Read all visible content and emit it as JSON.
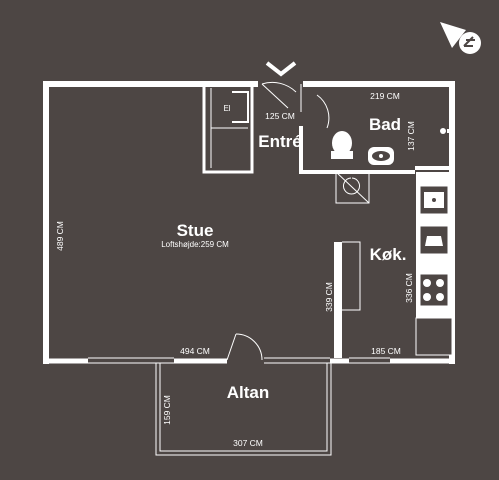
{
  "rooms": {
    "stue": "Stue",
    "stue_sub": "Loftshøjde:259 CM",
    "entre": "Entré",
    "bad": "Bad",
    "kok": "Køk.",
    "altan": "Altan",
    "el": "El"
  },
  "dimensions": {
    "entre_width": "125 CM",
    "bad_width": "219 CM",
    "bad_depth": "137 CM",
    "stue_depth": "489 CM",
    "kitchen_length": "336 CM",
    "kitchen_counter": "339 CM",
    "stue_width": "494 CM",
    "kitchen_width": "185 CM",
    "altan_depth": "159 CM",
    "altan_width": "307 CM"
  },
  "icons": {
    "compass": "north-arrow-icon",
    "entrance": "entrance-chevron-icon"
  },
  "colors": {
    "background": "#4d4644",
    "walls": "#ffffff"
  }
}
